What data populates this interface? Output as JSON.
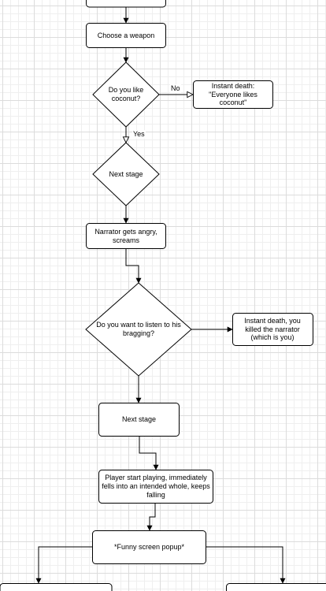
{
  "nodes": {
    "choose_weapon": "Choose a weapon",
    "like_coconut": "Do you like coconut?",
    "death_coconut": "Instant death: \"Everyone likes coconut\"",
    "next_stage_1": "Next stage",
    "narrator_angry": "Narrator gets angry, screams",
    "listen_bragging": "Do you want to listen to his bragging?",
    "death_narrator": "Instant death, you killed the narrator (which is you)",
    "next_stage_2": "Next stage",
    "player_falling": "Player start playing, immediately fells into an intended whole, keeps falling",
    "funny_popup": "*Funny screen popup*"
  },
  "edges": {
    "no": "No",
    "yes": "Yes"
  }
}
